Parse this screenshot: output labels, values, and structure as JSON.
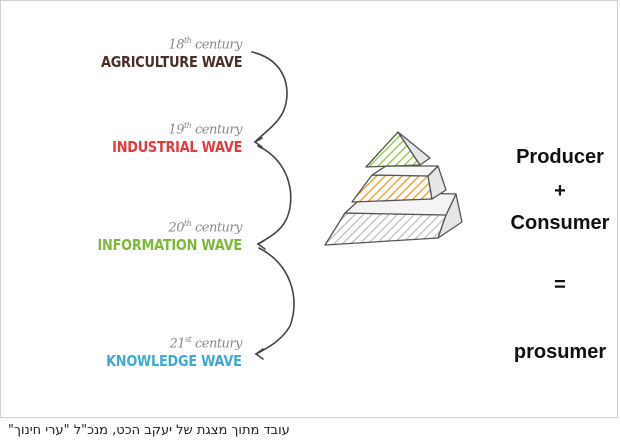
{
  "waves": [
    {
      "ordinal": "18",
      "suffix": "th",
      "century": "century",
      "name": "AGRICULTURE WAVE",
      "color": "#4a2f2a"
    },
    {
      "ordinal": "19",
      "suffix": "th",
      "century": "century",
      "name": "INDUSTRIAL WAVE",
      "color": "#e23b3b"
    },
    {
      "ordinal": "20",
      "suffix": "th",
      "century": "century",
      "name": "INFORMATION WAVE",
      "color": "#7fb73a"
    },
    {
      "ordinal": "21",
      "suffix": "st",
      "century": "century",
      "name": "KNOWLEDGE WAVE",
      "color": "#3fa9d8"
    }
  ],
  "equation": {
    "producer": "Producer",
    "plus": "+",
    "consumer": "Consumer",
    "equals": "=",
    "result": "prosumer"
  },
  "pyramid": {
    "top_color": "#9ccc5a",
    "middle_color": "#f2a33a",
    "bottom_color": "#bdbdbd",
    "outline_color": "#555555"
  },
  "caption": "עובד מתוך מצגת של יעקב הכט, מנכ\"ל \"ערי חינוך\""
}
